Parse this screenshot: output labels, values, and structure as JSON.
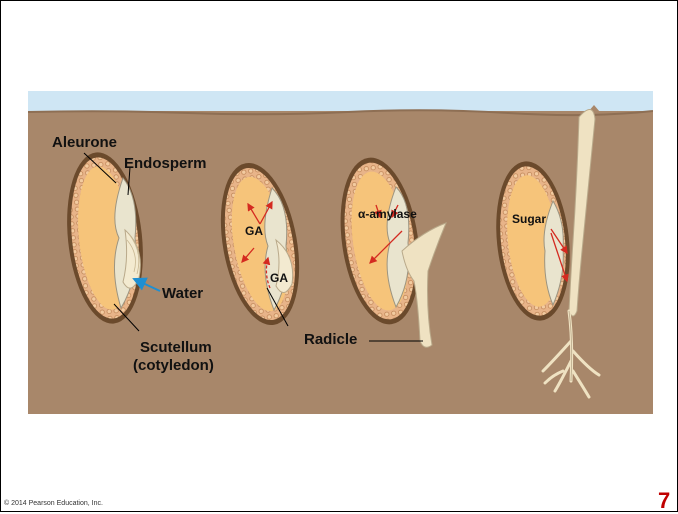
{
  "labels": {
    "aleurone": "Aleurone",
    "endosperm": "Endosperm",
    "water": "Water",
    "scutellum_line1": "Scutellum",
    "scutellum_line2": "(cotyledon)",
    "ga_top": "GA",
    "ga_bottom": "GA",
    "alpha_amylase": "α-amylase",
    "radicle": "Radicle",
    "sugar": "Sugar"
  },
  "footer": {
    "copyright": "© 2014 Pearson Education, Inc.",
    "page_number": "7"
  },
  "colors": {
    "sky": "#cfe6f4",
    "soil": "#a8876a",
    "seed_coat": "#6b4a2c",
    "aleurone": "#e8b489",
    "endosperm": "#f6c47a",
    "embryo": "#e9e4ce",
    "arrow_red": "#d42a20",
    "arrow_blue": "#1f8fd2",
    "page_number": "#c00000"
  }
}
